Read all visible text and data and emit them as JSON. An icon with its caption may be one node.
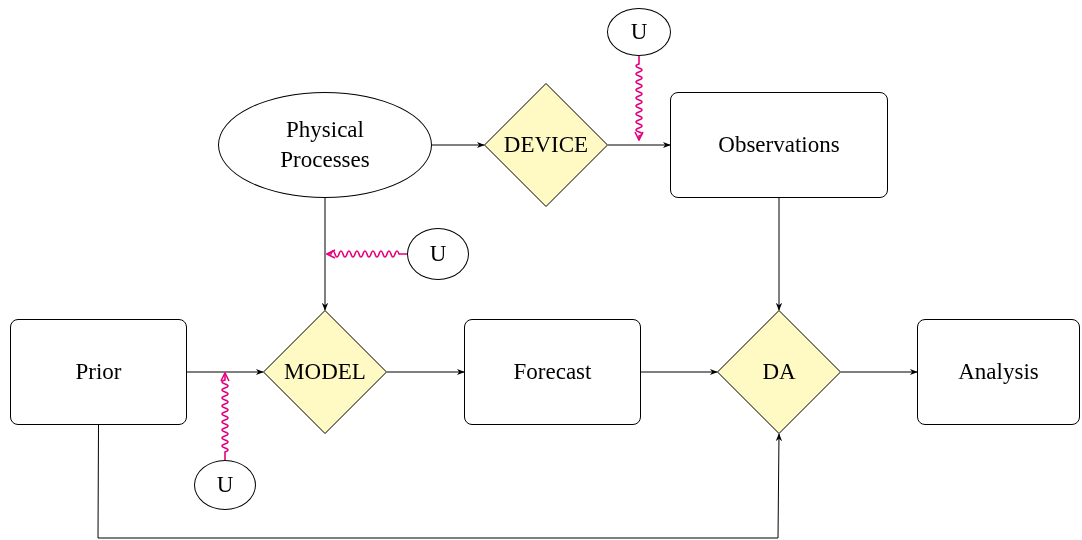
{
  "diagram": {
    "nodes": [
      {
        "text": [
          "Physical Processes"
        ]
      },
      {
        "text": [
          "DEVICE"
        ]
      },
      {
        "text": [
          "Observations"
        ]
      },
      {
        "text": [
          "U"
        ]
      },
      {
        "text": [
          "U"
        ]
      },
      {
        "text": [
          "Prior"
        ]
      },
      {
        "text": [
          "MODEL"
        ]
      },
      {
        "text": [
          "Forecast"
        ]
      },
      {
        "text": [
          "DA"
        ]
      },
      {
        "text": [
          "Analysis"
        ]
      },
      {
        "text": [
          "U"
        ]
      }
    ],
    "edges": [
      {
        "from": 0,
        "to": 1,
        "arrow": "to"
      },
      {
        "from": 1,
        "to": 2,
        "arrow": "to"
      },
      {
        "from": 2,
        "to": 8,
        "arrow": "to"
      },
      {
        "from": 0,
        "to": 6,
        "arrow": "to"
      },
      {
        "from": 5,
        "to": 6,
        "arrow": "to"
      },
      {
        "from": 6,
        "to": 7,
        "arrow": "to"
      },
      {
        "from": 7,
        "to": 8,
        "arrow": "to"
      },
      {
        "from": 8,
        "to": 9,
        "arrow": "to"
      },
      {
        "from": 5,
        "to": 8,
        "arrow": "to"
      },
      {
        "from": 3,
        "to": null,
        "arrow": "to",
        "color": "#e6007e"
      },
      {
        "from": 4,
        "to": null,
        "arrow": "to",
        "color": "#e6007e"
      },
      {
        "from": 10,
        "to": null,
        "arrow": "to",
        "color": "#e6007e"
      }
    ]
  }
}
